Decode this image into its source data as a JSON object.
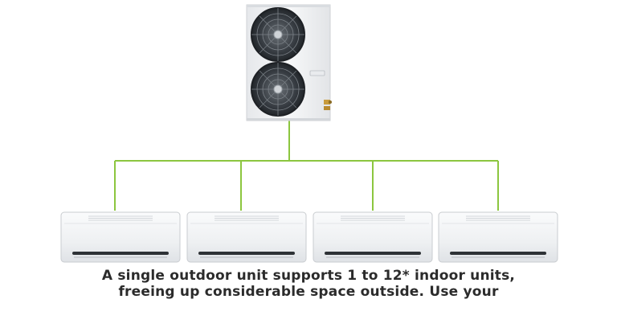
{
  "caption": {
    "line1": "A single outdoor unit supports 1 to 12* indoor units,",
    "line2": "freeing up considerable space outside. Use your"
  },
  "colors": {
    "pipe": "#8cc63f",
    "unit_body": "#f1f2f4",
    "fan_dark": "#3a3f45",
    "caption_text": "#2b2b2b"
  },
  "diagram": {
    "outdoor_units": 1,
    "indoor_units": 4,
    "icons": [
      "outdoor-condenser-unit",
      "fan-grille-icon",
      "wall-mounted-indoor-unit"
    ]
  }
}
